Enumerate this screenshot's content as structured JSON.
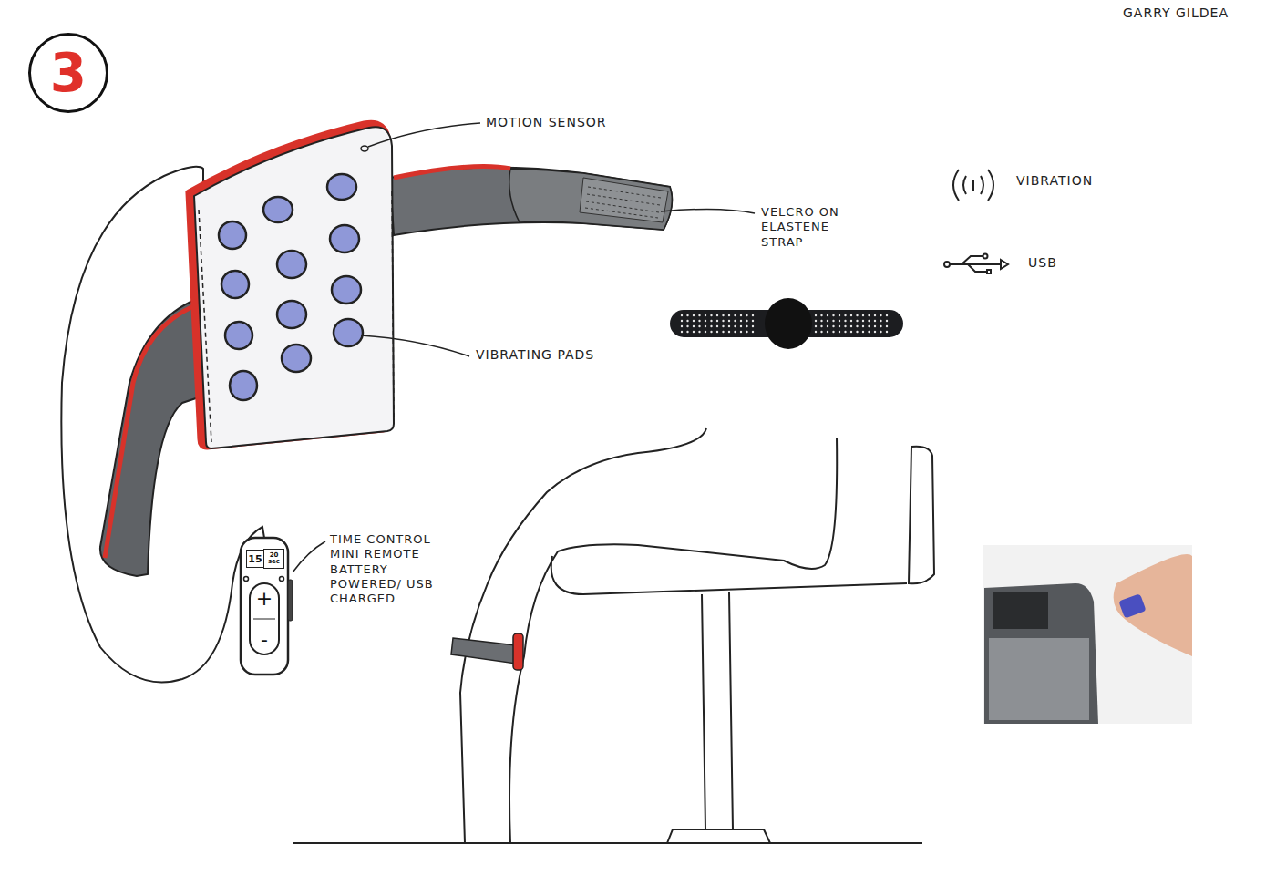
{
  "diagram": {
    "nodes": [
      {
        "text": [
          "3"
        ]
      },
      {
        "text": [
          "+",
          "-"
        ]
      },
      {
        "text": [
          "15"
        ],
        "in": 1
      },
      {
        "text": [
          "20 sec"
        ],
        "in": 1
      }
    ],
    "labels": [
      "GARRY GILDEA",
      "MOTION SENSOR",
      "VELCRO ON ELASTENE STRAP",
      "VIBRATING PADS",
      "TIME CONTROL MINI REMOTE BATTERY POWERED/ USB CHARGED"
    ],
    "legend": [
      {
        "text": "VIBRATION"
      },
      {
        "text": "USB"
      }
    ]
  }
}
